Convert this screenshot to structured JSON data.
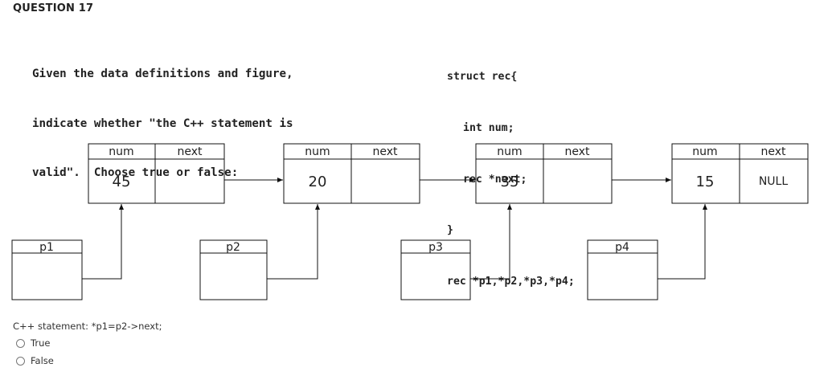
{
  "question": {
    "title": "QUESTION 17"
  },
  "prompt": {
    "lines": [
      "Given the data definitions and figure,",
      "indicate whether \"the C++ statement is",
      "valid\".  Choose true or false:"
    ]
  },
  "code": {
    "lines": [
      "struct rec{",
      "int num;",
      "rec *next;",
      "}",
      "rec *p1,*p2,*p3,*p4;"
    ]
  },
  "diagram": {
    "nodes": [
      {
        "num_label": "num",
        "next_label": "next",
        "num_value": "45",
        "next_value": ""
      },
      {
        "num_label": "num",
        "next_label": "next",
        "num_value": "20",
        "next_value": ""
      },
      {
        "num_label": "num",
        "next_label": "next",
        "num_value": "35",
        "next_value": ""
      },
      {
        "num_label": "num",
        "next_label": "next",
        "num_value": "15",
        "next_value": "NULL"
      }
    ],
    "pointers": [
      {
        "label": "p1"
      },
      {
        "label": "p2"
      },
      {
        "label": "p3"
      },
      {
        "label": "p4"
      }
    ]
  },
  "statement": {
    "text": "C++ statement:  *p1=p2->next;"
  },
  "options": [
    {
      "label": "True"
    },
    {
      "label": "False"
    }
  ]
}
